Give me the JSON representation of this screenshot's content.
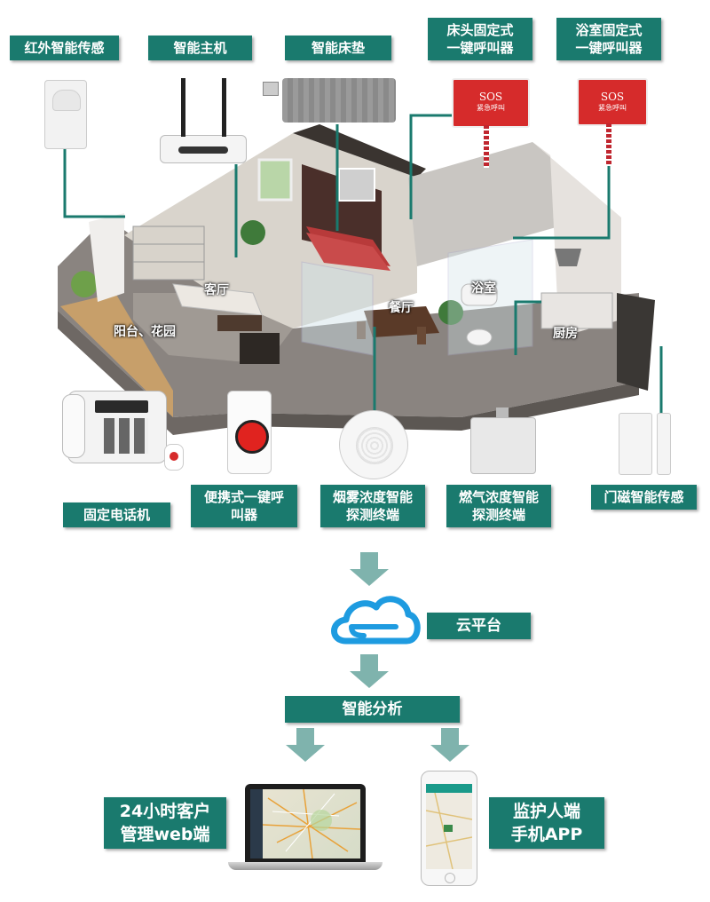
{
  "devices_top": {
    "infrared": "红外智能传感",
    "host": "智能主机",
    "mattress": "智能床垫",
    "bedside_sos": "床头固定式\n一键呼叫器",
    "bathroom_sos": "浴室固定式\n一键呼叫器"
  },
  "sos_button": {
    "text": "SOS",
    "subtext": "紧急呼叫"
  },
  "rooms": {
    "living": "客厅",
    "dining": "餐厅",
    "bath": "浴室",
    "kitchen": "厨房",
    "balcony": "阳台、花园"
  },
  "devices_bottom": {
    "phone": "固定电话机",
    "portable": "便携式一键呼\n叫器",
    "smoke": "烟雾浓度智能\n探测终端",
    "gas": "燃气浓度智能\n探测终端",
    "door": "门磁智能传感"
  },
  "flow": {
    "cloud": "云平台",
    "analysis": "智能分析",
    "web": "24小时客户\n管理web端",
    "app": "监护人端\n手机APP"
  },
  "colors": {
    "label_bg": "#1a7a6e",
    "arrow": "#7fb3ad",
    "cloud": "#1e9be0",
    "sos_red": "#d62b2b"
  }
}
